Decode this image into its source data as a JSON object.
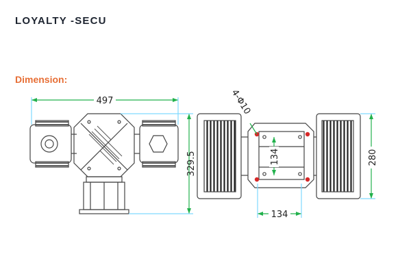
{
  "header": {
    "brand": "LOYALTY -SECU"
  },
  "section": {
    "title": "Dimension:"
  },
  "colors": {
    "title": "#e76f36",
    "dimension_line": "#22b14c",
    "drawing_line": "#444444",
    "hole_marker": "#d62828"
  },
  "drawing": {
    "front_view": {
      "width_label": "497",
      "height_label": "329.5"
    },
    "top_view": {
      "hole_label": "4-Φ10",
      "vertical_spacing_label": "134",
      "horizontal_spacing_label": "134",
      "overall_height_label": "280"
    }
  }
}
